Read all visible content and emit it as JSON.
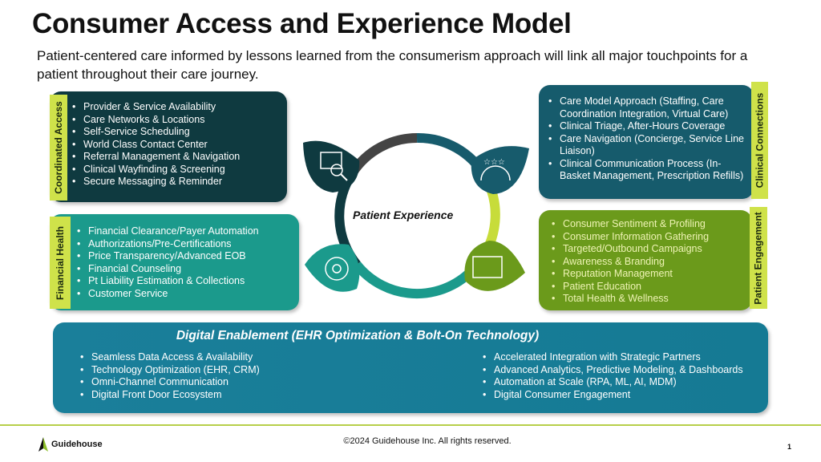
{
  "title": "Consumer Access and Experience Model",
  "subtitle": "Patient-centered care informed by lessons learned from the consumerism approach will link all major touchpoints for a patient throughout their care journey.",
  "center_label": "Patient Experience",
  "coordinated_access": {
    "label": "Coordinated Access",
    "items": [
      "Provider & Service Availability",
      "Care Networks & Locations",
      "Self-Service Scheduling",
      "World Class Contact Center",
      "Referral Management & Navigation",
      "Clinical Wayfinding & Screening",
      "Secure Messaging & Reminder"
    ]
  },
  "financial_health": {
    "label": "Financial Health",
    "items": [
      "Financial Clearance/Payer Automation",
      "Authorizations/Pre-Certifications",
      "Price Transparency/Advanced  EOB",
      "Financial Counseling",
      "Pt Liability Estimation & Collections",
      "Customer Service"
    ]
  },
  "clinical_connections": {
    "label": "Clinical Connections",
    "items": [
      "Care Model Approach (Staffing, Care Coordination Integration,  Virtual Care)",
      "Clinical Triage, After-Hours  Coverage",
      "Care Navigation (Concierge, Service Line Liaison)",
      "Clinical Communication Process (In-Basket Management,  Prescription Refills)"
    ]
  },
  "patient_engagement": {
    "label": "Patient Engagement",
    "items": [
      "Consumer  Sentiment & Profiling",
      "Consumer Information  Gathering",
      "Targeted/Outbound  Campaigns",
      "Awareness & Branding",
      "Reputation  Management",
      "Patient Education",
      "Total Health  & Wellness"
    ]
  },
  "digital": {
    "title": "Digital Enablement (EHR Optimization & Bolt-On Technology)",
    "col1": [
      "Seamless Data Access & Availability",
      "Technology  Optimization (EHR, CRM)",
      "Omni-Channel  Communication",
      "Digital Front Door Ecosystem"
    ],
    "col2": [
      "Accelerated Integration with Strategic Partners",
      "Advanced Analytics, Predictive Modeling, & Dashboards",
      "Automation at Scale (RPA, ML, AI, MDM)",
      "Digital Consumer  Engagement"
    ]
  },
  "footer": {
    "logo": "Guidehouse",
    "copyright": "©2024 Guidehouse Inc. All rights reserved.",
    "page": "1"
  },
  "colors": {
    "dark": "#0f3a40",
    "teal": "#1b9a8c",
    "blue": "#165b6c",
    "green": "#6b9a1b",
    "lime": "#cfe24a"
  }
}
